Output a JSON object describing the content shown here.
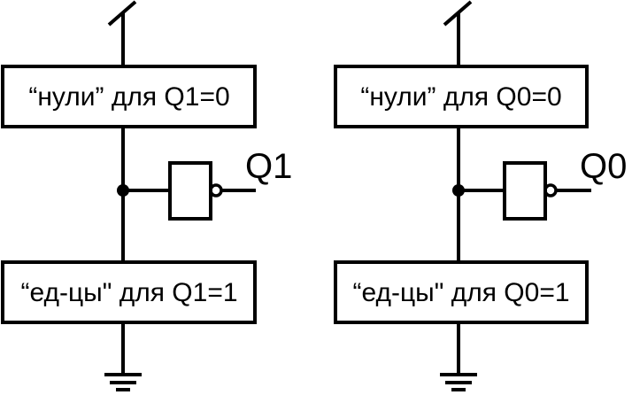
{
  "diagram": {
    "stroke_color": "#000000",
    "background": "#ffffff",
    "left_circuit": {
      "top_box_label": "“нули” для Q1=0",
      "bottom_box_label": "“ед-цы\" для Q1=1",
      "output_label": "Q1"
    },
    "right_circuit": {
      "top_box_label": "“нули” для Q0=0",
      "bottom_box_label": "“ед-цы\" для Q0=1",
      "output_label": "Q0"
    }
  }
}
